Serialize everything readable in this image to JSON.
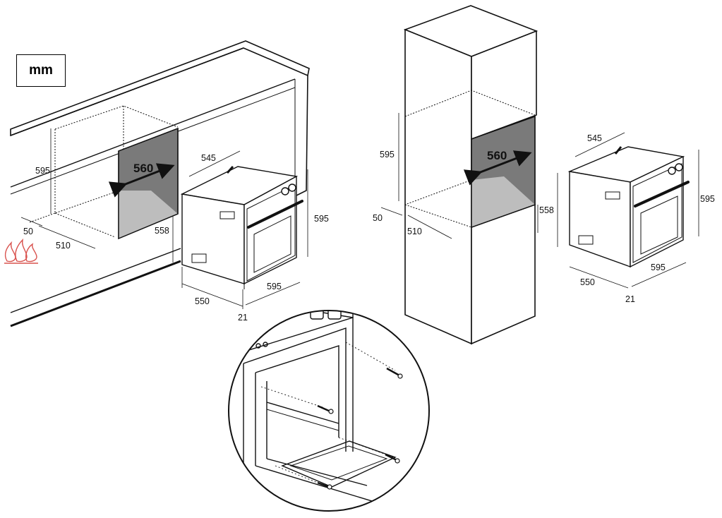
{
  "units": "mm",
  "under_counter": {
    "height": "595",
    "depth": "510",
    "gap": "50",
    "niche_width": "560",
    "niche_height": "558",
    "oven_width": "545",
    "oven_height": "595",
    "oven_depth": "550",
    "front_width": "595",
    "front_thickness": "21"
  },
  "column": {
    "height": "595",
    "depth": "510",
    "gap": "50",
    "niche_width": "560",
    "niche_height": "558",
    "oven_width": "545",
    "oven_height": "595",
    "oven_depth": "550",
    "front_width": "595",
    "front_thickness": "21"
  },
  "colors": {
    "line": "#111111",
    "niche_dark": "#7a7a7a",
    "niche_light": "#bdbdbd",
    "logo": "#d9534f"
  },
  "icons": [
    "flame-logo-icon",
    "double-arrow-icon",
    "screw-icon"
  ]
}
